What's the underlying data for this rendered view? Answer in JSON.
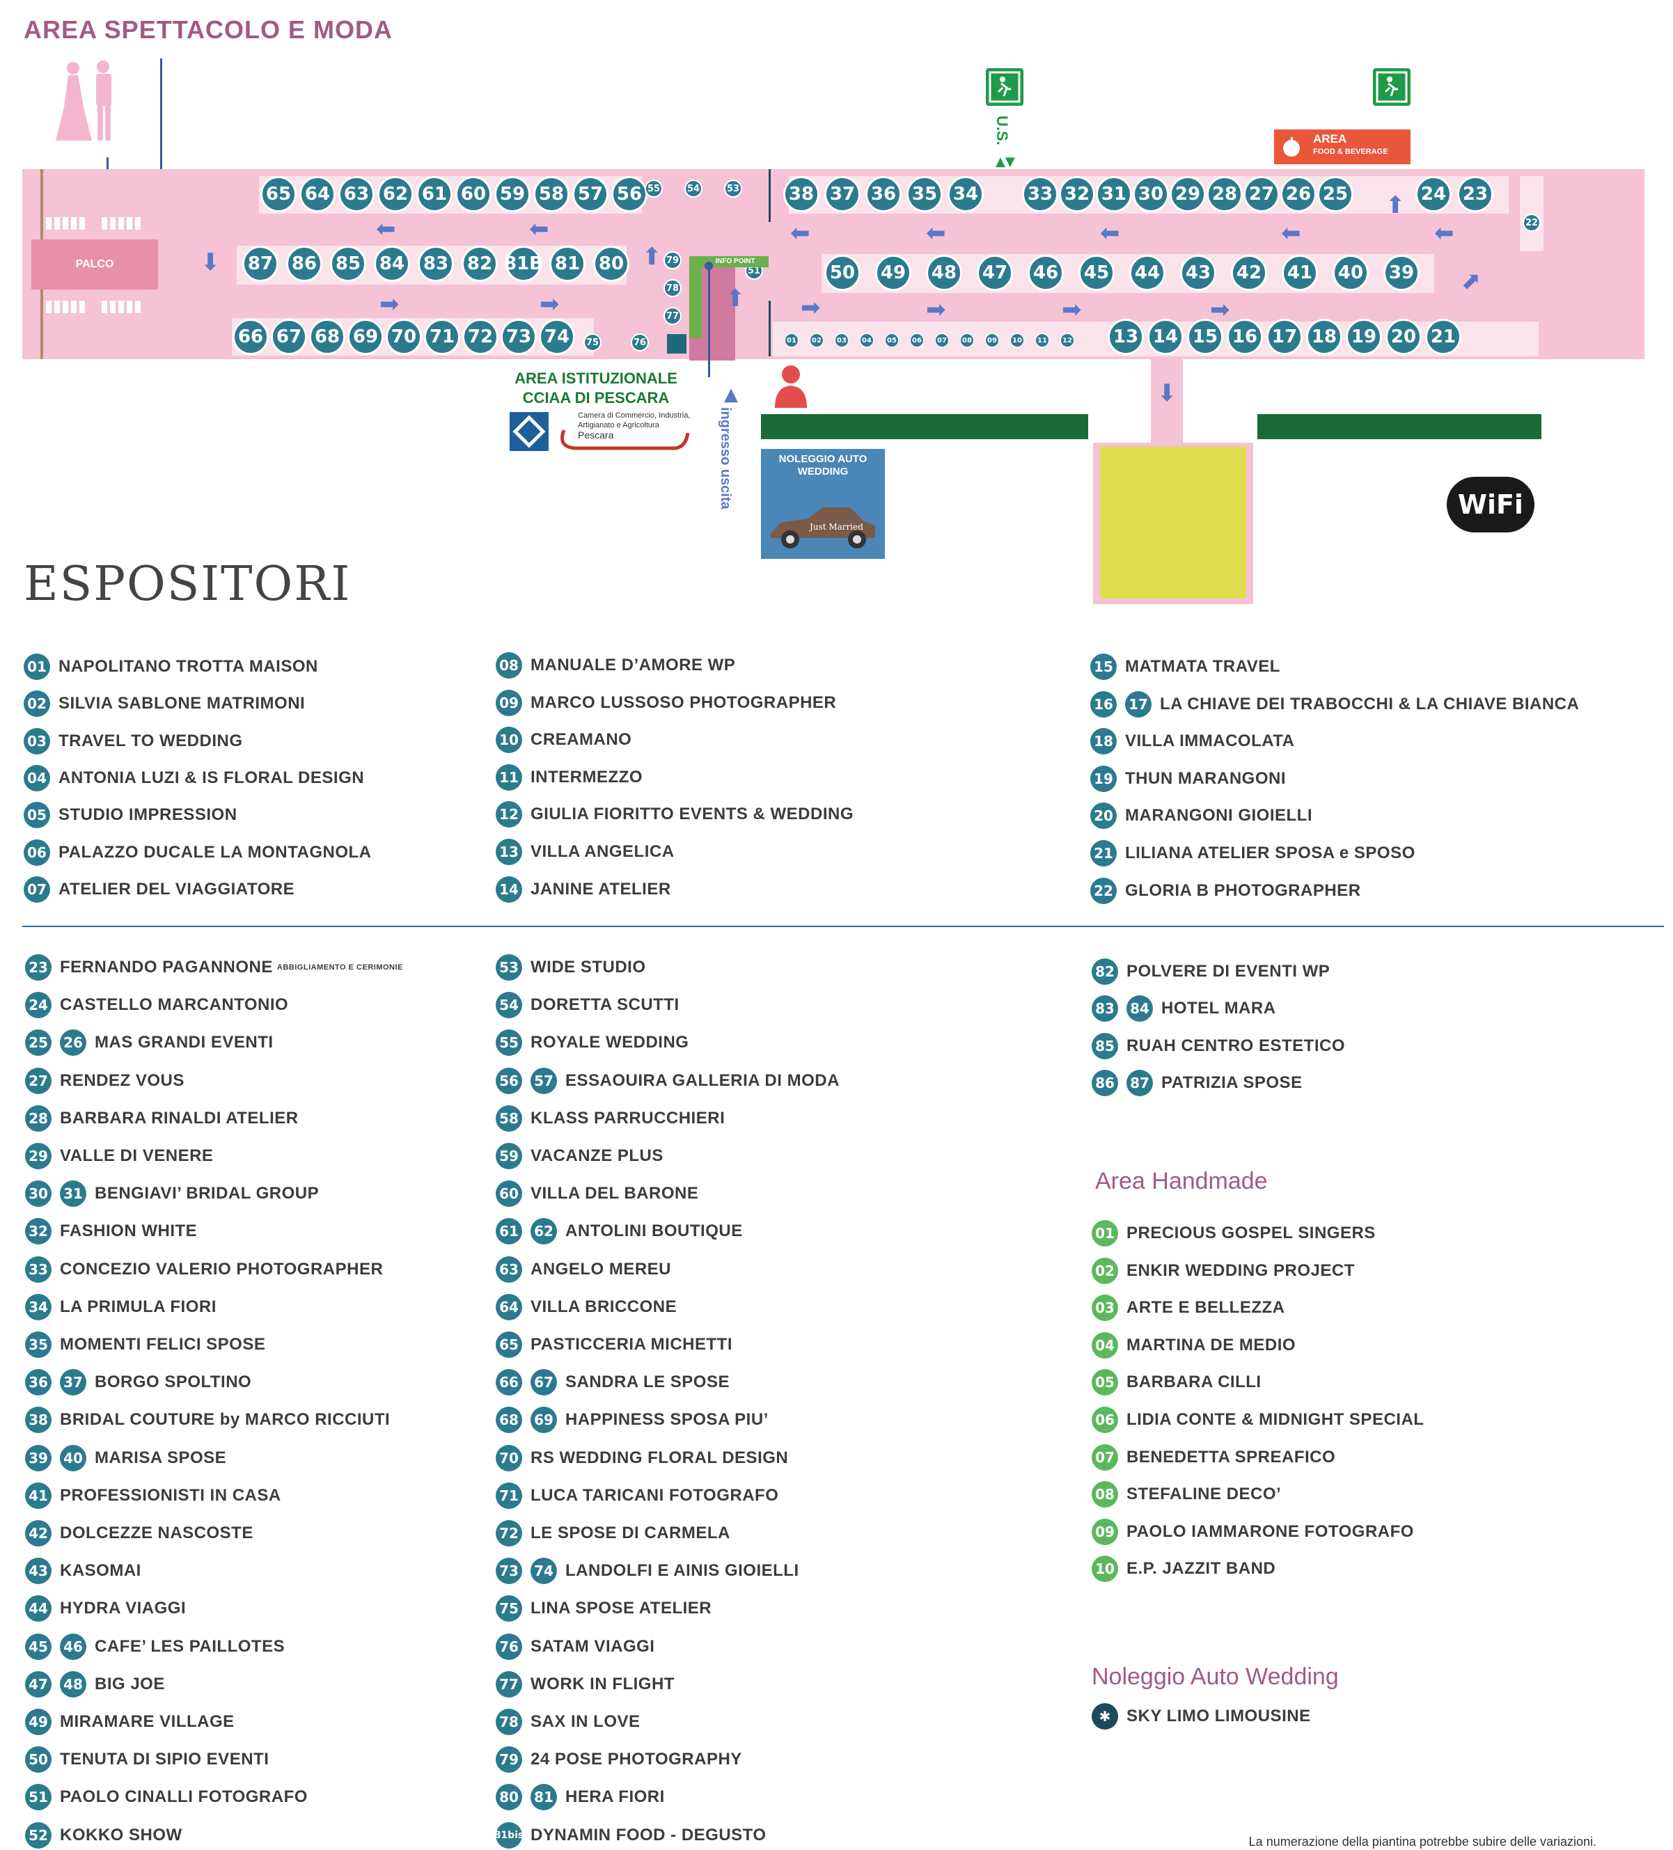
{
  "map": {
    "area_title": "AREA SPETTACOLO E MODA",
    "palco_label": "PALCO",
    "info_point_label": "INFO POINT",
    "us_label": "U.S.",
    "food_beverage": {
      "title": "AREA",
      "subtitle": "FOOD & BEVERAGE"
    },
    "area_istituzionale": {
      "line1": "AREA ISTITUZIONALE",
      "line2": "CCIAA DI PESCARA"
    },
    "chamber_logo_text": {
      "line1": "Camera di Commercio, Industria,",
      "line2": "Artigianato e Agricoltura",
      "line3": "Pescara"
    },
    "ingresso_uscita": {
      "line1": "ingresso",
      "line2": "uscita"
    },
    "noleggio_box": {
      "line1": "NOLEGGIO AUTO",
      "line2": "WEDDING",
      "car_text": "Just Married"
    },
    "wifi_label": "WiFi",
    "colors": {
      "pink": "#f5c2d6",
      "teal": "#2c7a8e",
      "green_dark": "#1a6b35",
      "handmade_yellow": "#e0dd4c",
      "title_purple": "#a25a84"
    },
    "row1_left": [
      "65",
      "64",
      "63",
      "62",
      "61",
      "60",
      "59",
      "58",
      "57",
      "56"
    ],
    "row1_left_small": [
      "55",
      "54",
      "53"
    ],
    "row1_right_a": [
      "38",
      "37",
      "36",
      "35",
      "34"
    ],
    "row1_right_b": [
      "33",
      "32",
      "31",
      "30",
      "29",
      "28",
      "27",
      "26",
      "25"
    ],
    "row1_right_c": [
      "24",
      "23"
    ],
    "row2_left": [
      "87",
      "86",
      "85",
      "84",
      "83",
      "82",
      "81B",
      "81",
      "80"
    ],
    "row2_left_small": [
      "79",
      "78",
      "77"
    ],
    "row2_right": [
      "50",
      "49",
      "48",
      "47",
      "46",
      "45",
      "44",
      "43",
      "42",
      "41",
      "40",
      "39"
    ],
    "row3_left": [
      "66",
      "67",
      "68",
      "69",
      "70",
      "71",
      "72",
      "73",
      "74"
    ],
    "row3_left_small": [
      "75",
      "76"
    ],
    "row3_mid_small": [
      "01",
      "02",
      "03",
      "04",
      "05",
      "06",
      "07",
      "08",
      "09",
      "10",
      "11",
      "12"
    ],
    "row3_right": [
      "13",
      "14",
      "15",
      "16",
      "17",
      "18",
      "19",
      "20",
      "21"
    ],
    "side_booths": {
      "b51": "51",
      "b22": "22"
    },
    "handmade_booths": [
      "01",
      "02",
      "03",
      "04",
      "05",
      "06",
      "07",
      "08",
      "09",
      "10"
    ]
  },
  "legend": {
    "title": "ESPOSITORI",
    "col1_top": [
      {
        "nums": [
          "01"
        ],
        "name": "NAPOLITANO TROTTA MAISON"
      },
      {
        "nums": [
          "02"
        ],
        "name": "SILVIA SABLONE MATRIMONI"
      },
      {
        "nums": [
          "03"
        ],
        "name": "TRAVEL TO WEDDING"
      },
      {
        "nums": [
          "04"
        ],
        "name": "ANTONIA LUZI & IS FLORAL DESIGN"
      },
      {
        "nums": [
          "05"
        ],
        "name": "STUDIO IMPRESSION"
      },
      {
        "nums": [
          "06"
        ],
        "name": "PALAZZO DUCALE LA MONTAGNOLA"
      },
      {
        "nums": [
          "07"
        ],
        "name": "ATELIER DEL VIAGGIATORE"
      }
    ],
    "col2_top": [
      {
        "nums": [
          "08"
        ],
        "name": "MANUALE D’AMORE WP"
      },
      {
        "nums": [
          "09"
        ],
        "name": "MARCO LUSSOSO PHOTOGRAPHER"
      },
      {
        "nums": [
          "10"
        ],
        "name": "CREAMANO"
      },
      {
        "nums": [
          "11"
        ],
        "name": "INTERMEZZO"
      },
      {
        "nums": [
          "12"
        ],
        "name": "GIULIA FIORITTO EVENTS & WEDDING"
      },
      {
        "nums": [
          "13"
        ],
        "name": "VILLA ANGELICA"
      },
      {
        "nums": [
          "14"
        ],
        "name": "JANINE ATELIER"
      }
    ],
    "col3_top": [
      {
        "nums": [
          "15"
        ],
        "name": "MATMATA TRAVEL"
      },
      {
        "nums": [
          "16",
          "17"
        ],
        "name": "LA CHIAVE DEI TRABOCCHI & LA CHIAVE BIANCA"
      },
      {
        "nums": [
          "18"
        ],
        "name": "VILLA IMMACOLATA"
      },
      {
        "nums": [
          "19"
        ],
        "name": "THUN MARANGONI"
      },
      {
        "nums": [
          "20"
        ],
        "name": "MARANGONI GIOIELLI"
      },
      {
        "nums": [
          "21"
        ],
        "name": "LILIANA ATELIER SPOSA e SPOSO"
      },
      {
        "nums": [
          "22"
        ],
        "name": "GLORIA B PHOTOGRAPHER"
      }
    ],
    "col1_bottom": [
      {
        "nums": [
          "23"
        ],
        "name": "FERNANDO PAGANNONE",
        "suffix": "ABBIGLIAMENTO E CERIMONIE"
      },
      {
        "nums": [
          "24"
        ],
        "name": "CASTELLO MARCANTONIO"
      },
      {
        "nums": [
          "25",
          "26"
        ],
        "name": "MAS GRANDI EVENTI"
      },
      {
        "nums": [
          "27"
        ],
        "name": "RENDEZ VOUS"
      },
      {
        "nums": [
          "28"
        ],
        "name": "BARBARA RINALDI ATELIER"
      },
      {
        "nums": [
          "29"
        ],
        "name": "VALLE DI VENERE"
      },
      {
        "nums": [
          "30",
          "31"
        ],
        "name": "BENGIAVI’ BRIDAL GROUP"
      },
      {
        "nums": [
          "32"
        ],
        "name": "FASHION WHITE"
      },
      {
        "nums": [
          "33"
        ],
        "name": "CONCEZIO VALERIO PHOTOGRAPHER"
      },
      {
        "nums": [
          "34"
        ],
        "name": "LA PRIMULA FIORI"
      },
      {
        "nums": [
          "35"
        ],
        "name": "MOMENTI FELICI SPOSE"
      },
      {
        "nums": [
          "36",
          "37"
        ],
        "name": "BORGO SPOLTINO"
      },
      {
        "nums": [
          "38"
        ],
        "name": "BRIDAL COUTURE by MARCO RICCIUTI"
      },
      {
        "nums": [
          "39",
          "40"
        ],
        "name": "MARISA SPOSE"
      },
      {
        "nums": [
          "41"
        ],
        "name": "PROFESSIONISTI IN CASA"
      },
      {
        "nums": [
          "42"
        ],
        "name": "DOLCEZZE NASCOSTE"
      },
      {
        "nums": [
          "43"
        ],
        "name": "KASOMAI"
      },
      {
        "nums": [
          "44"
        ],
        "name": "HYDRA VIAGGI"
      },
      {
        "nums": [
          "45",
          "46"
        ],
        "name": "CAFE’ LES PAILLOTES"
      },
      {
        "nums": [
          "47",
          "48"
        ],
        "name": "BIG JOE"
      },
      {
        "nums": [
          "49"
        ],
        "name": "MIRAMARE VILLAGE"
      },
      {
        "nums": [
          "50"
        ],
        "name": "TENUTA DI SIPIO EVENTI"
      },
      {
        "nums": [
          "51"
        ],
        "name": "PAOLO CINALLI FOTOGRAFO"
      },
      {
        "nums": [
          "52"
        ],
        "name": "KOKKO SHOW"
      }
    ],
    "col2_bottom": [
      {
        "nums": [
          "53"
        ],
        "name": "WIDE STUDIO"
      },
      {
        "nums": [
          "54"
        ],
        "name": "DORETTA SCUTTI"
      },
      {
        "nums": [
          "55"
        ],
        "name": "ROYALE WEDDING"
      },
      {
        "nums": [
          "56",
          "57"
        ],
        "name": "ESSAOUIRA GALLERIA DI MODA"
      },
      {
        "nums": [
          "58"
        ],
        "name": "KLASS PARRUCCHIERI"
      },
      {
        "nums": [
          "59"
        ],
        "name": "VACANZE PLUS"
      },
      {
        "nums": [
          "60"
        ],
        "name": "VILLA DEL BARONE"
      },
      {
        "nums": [
          "61",
          "62"
        ],
        "name": "ANTOLINI BOUTIQUE"
      },
      {
        "nums": [
          "63"
        ],
        "name": "ANGELO MEREU"
      },
      {
        "nums": [
          "64"
        ],
        "name": "VILLA BRICCONE"
      },
      {
        "nums": [
          "65"
        ],
        "name": "PASTICCERIA MICHETTI"
      },
      {
        "nums": [
          "66",
          "67"
        ],
        "name": "SANDRA LE SPOSE"
      },
      {
        "nums": [
          "68",
          "69"
        ],
        "name": "HAPPINESS SPOSA PIU’"
      },
      {
        "nums": [
          "70"
        ],
        "name": "RS WEDDING FLORAL DESIGN"
      },
      {
        "nums": [
          "71"
        ],
        "name": "LUCA TARICANI FOTOGRAFO"
      },
      {
        "nums": [
          "72"
        ],
        "name": "LE SPOSE DI CARMELA"
      },
      {
        "nums": [
          "73",
          "74"
        ],
        "name": "LANDOLFI E AINIS GIOIELLI"
      },
      {
        "nums": [
          "75"
        ],
        "name": "LINA SPOSE ATELIER"
      },
      {
        "nums": [
          "76"
        ],
        "name": "SATAM VIAGGI"
      },
      {
        "nums": [
          "77"
        ],
        "name": "WORK IN FLIGHT"
      },
      {
        "nums": [
          "78"
        ],
        "name": "SAX IN LOVE"
      },
      {
        "nums": [
          "79"
        ],
        "name": "24 POSE PHOTOGRAPHY"
      },
      {
        "nums": [
          "80",
          "81"
        ],
        "name": "HERA FIORI"
      },
      {
        "nums": [
          "81bis"
        ],
        "name": "DYNAMIN FOOD - DEGUSTO"
      }
    ],
    "col3_bottom": [
      {
        "nums": [
          "82"
        ],
        "name": "POLVERE DI EVENTI WP"
      },
      {
        "nums": [
          "83",
          "84"
        ],
        "name": "HOTEL MARA"
      },
      {
        "nums": [
          "85"
        ],
        "name": "RUAH CENTRO ESTETICO"
      },
      {
        "nums": [
          "86",
          "87"
        ],
        "name": "PATRIZIA SPOSE"
      }
    ],
    "handmade_title": "Area Handmade",
    "handmade": [
      {
        "nums": [
          "01"
        ],
        "name": "PRECIOUS GOSPEL SINGERS"
      },
      {
        "nums": [
          "02"
        ],
        "name": "ENKIR WEDDING PROJECT"
      },
      {
        "nums": [
          "03"
        ],
        "name": "ARTE E BELLEZZA"
      },
      {
        "nums": [
          "04"
        ],
        "name": "MARTINA DE MEDIO"
      },
      {
        "nums": [
          "05"
        ],
        "name": "BARBARA CILLI"
      },
      {
        "nums": [
          "06"
        ],
        "name": "LIDIA CONTE & MIDNIGHT SPECIAL"
      },
      {
        "nums": [
          "07"
        ],
        "name": "BENEDETTA SPREAFICO"
      },
      {
        "nums": [
          "08"
        ],
        "name": "STEFALINE DECO’"
      },
      {
        "nums": [
          "09"
        ],
        "name": "PAOLO IAMMARONE FOTOGRAFO"
      },
      {
        "nums": [
          "10"
        ],
        "name": "E.P. JAZZIT BAND"
      }
    ],
    "noleggio_title": "Noleggio Auto Wedding",
    "noleggio": [
      {
        "icon": "asterisk-icon",
        "name": "SKY LIMO LIMOUSINE"
      }
    ],
    "footnote": "La numerazione della piantina potrebbe subire delle variazioni."
  }
}
